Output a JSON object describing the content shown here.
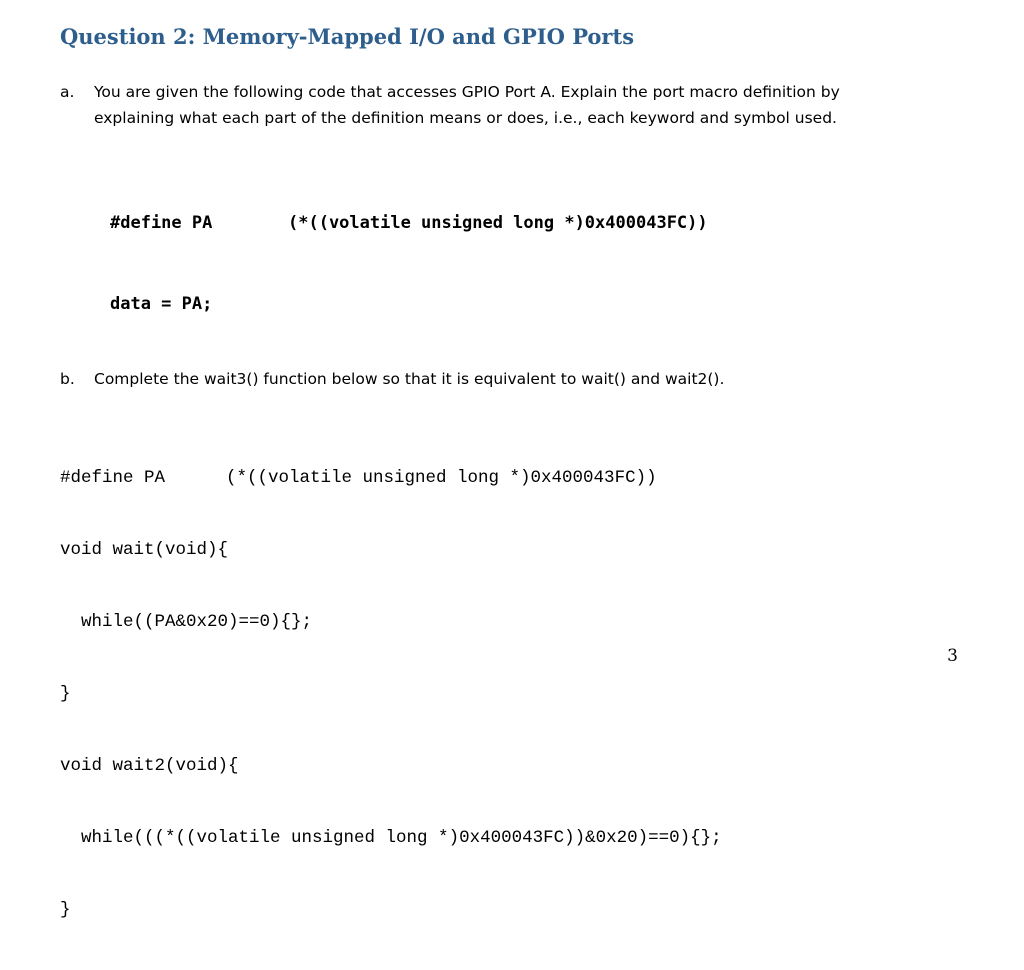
{
  "title": "Question 2: Memory-Mapped I/O and GPIO Ports",
  "part_a": {
    "label": "a.",
    "line1": "You are given the following code that accesses GPIO Port A. Explain the port macro definition by",
    "line2": "explaining what each part of the definition means or does, i.e., each keyword and symbol used.",
    "code": {
      "define_keyword": "#define PA",
      "define_value": "(*((volatile unsigned long *)0x400043FC))",
      "line2": "data = PA;"
    }
  },
  "part_b": {
    "label": "b.",
    "text": "Complete the wait3() function below so that it is equivalent to wait() and wait2().",
    "code": {
      "define_keyword": "#define PA",
      "define_value": "(*((volatile unsigned long *)0x400043FC))",
      "wait_decl": "void wait(void){",
      "wait_body": "  while((PA&0x20)==0){};",
      "wait_close": "}",
      "wait2_decl": "void wait2(void){",
      "wait2_body": "  while(((*((volatile unsigned long *)0x400043FC))&0x20)==0){};",
      "wait2_close": "}"
    }
  },
  "page_number": "3"
}
